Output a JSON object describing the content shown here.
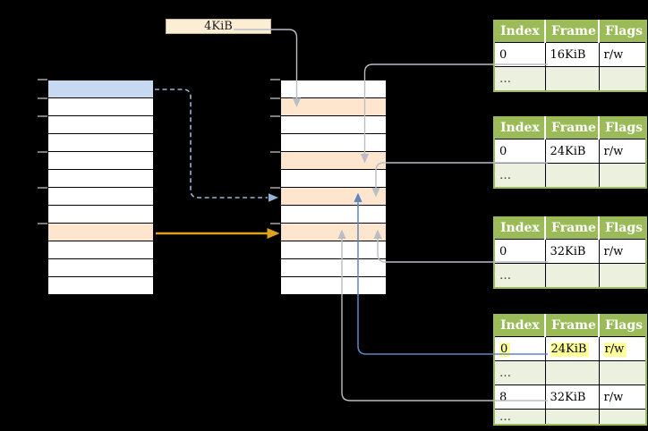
{
  "page_size_label": "4KiB",
  "memory_columns": {
    "left": {
      "fills": [
        "blue",
        "white",
        "white",
        "white",
        "white",
        "white",
        "white",
        "white",
        "peach",
        "white",
        "white",
        "white"
      ]
    },
    "middle": {
      "fills": [
        "white",
        "peach",
        "white",
        "white",
        "peach",
        "white",
        "peach",
        "white",
        "peach",
        "white",
        "white",
        "white"
      ]
    }
  },
  "page_tables": [
    {
      "headers": [
        "Index",
        "Frame",
        "Flags"
      ],
      "rows": [
        [
          "0",
          "16KiB",
          "r/w"
        ],
        [
          "…",
          "",
          ""
        ]
      ]
    },
    {
      "headers": [
        "Index",
        "Frame",
        "Flags"
      ],
      "rows": [
        [
          "0",
          "24KiB",
          "r/w"
        ],
        [
          "…",
          "",
          ""
        ]
      ]
    },
    {
      "headers": [
        "Index",
        "Frame",
        "Flags"
      ],
      "rows": [
        [
          "0",
          "32KiB",
          "r/w"
        ],
        [
          "…",
          "",
          ""
        ]
      ]
    },
    {
      "headers": [
        "Index",
        "Frame",
        "Flags"
      ],
      "rows": [
        [
          "0",
          "24KiB",
          "r/w"
        ],
        [
          "…",
          "",
          ""
        ],
        [
          "8",
          "32KiB",
          "r/w"
        ],
        [
          "…",
          "",
          ""
        ]
      ],
      "highlighted_row_index": 0
    }
  ],
  "colors": {
    "table_header_green": "#9bbb59",
    "table_alt_row_green": "#ebf1de",
    "page_blue": "#c6d9f0",
    "page_peach": "#fde5ce",
    "label_cream": "#fbeed5",
    "highlight_yellow": "#ffff99",
    "arrow_gray": "#b9bec6",
    "arrow_blue": "#6286c3",
    "arrow_dashed_blue": "#95b3d7",
    "arrow_orange": "#dfa321"
  }
}
